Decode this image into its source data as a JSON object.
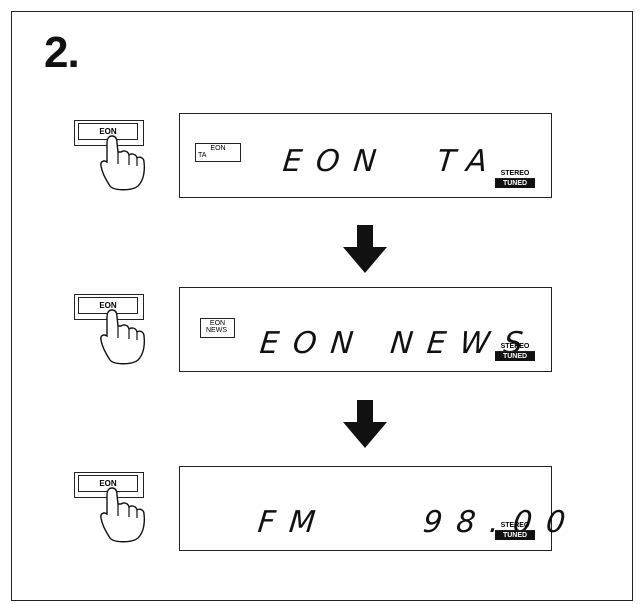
{
  "step_number": "2.",
  "steps": [
    {
      "button_label": "EON",
      "indicator": {
        "line1": "EON",
        "line2": "TA"
      },
      "display_text": "EON  TA",
      "stereo": "STEREO",
      "tuned": "TUNED"
    },
    {
      "button_label": "EON",
      "indicator": {
        "line1": "EON",
        "line2": "NEWS"
      },
      "display_text": "EON NEWS",
      "stereo": "STEREO",
      "tuned": "TUNED"
    },
    {
      "button_label": "EON",
      "indicator": {
        "line1": "",
        "line2": ""
      },
      "display_text": "FM    98.00",
      "stereo": "STEREO",
      "tuned": "TUNED"
    }
  ]
}
